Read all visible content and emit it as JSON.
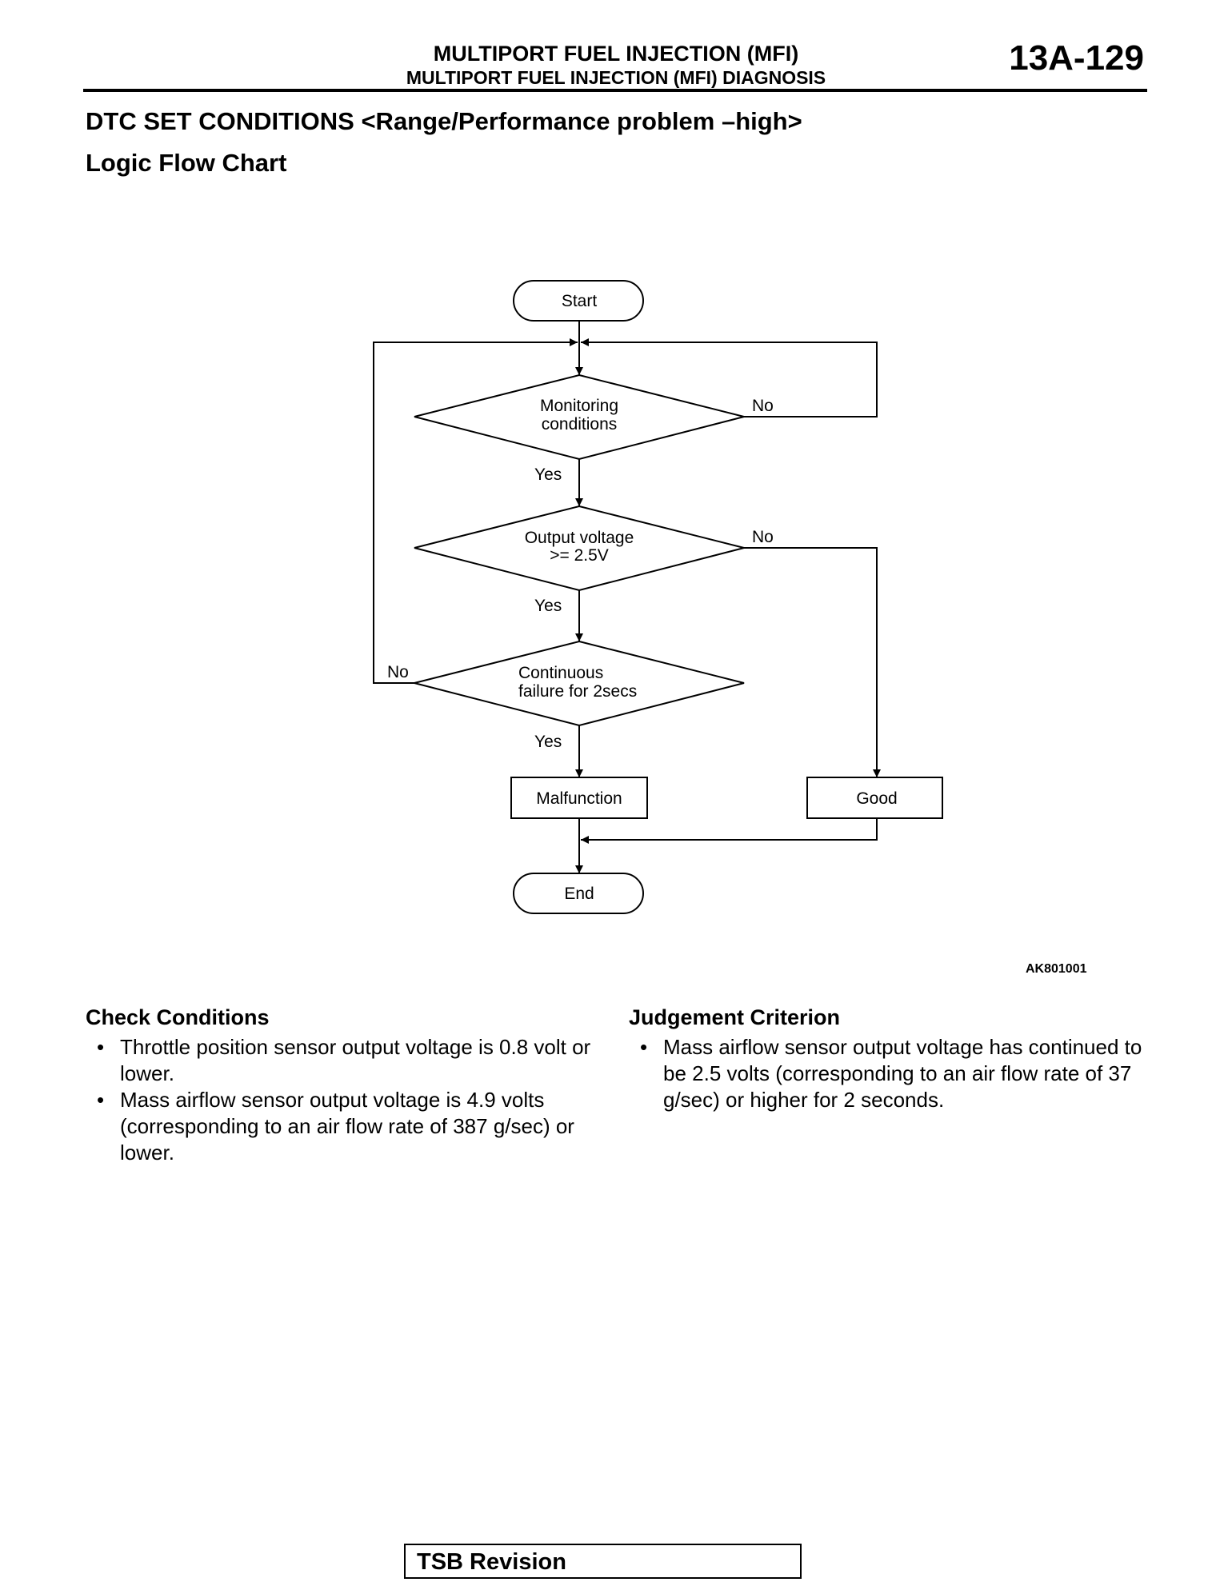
{
  "header": {
    "title_line1": "MULTIPORT FUEL INJECTION (MFI)",
    "title_line2": "MULTIPORT FUEL INJECTION (MFI) DIAGNOSIS",
    "page_number": "13A-129"
  },
  "section_title": "DTC SET CONDITIONS <Range/Performance problem –high>",
  "sub_title": "Logic Flow Chart",
  "flowchart": {
    "start": "Start",
    "decision1": [
      "Monitoring",
      "conditions"
    ],
    "decision2": [
      "Output voltage",
      ">= 2.5V"
    ],
    "decision3": [
      "Continuous",
      "failure for 2secs"
    ],
    "yes_label": "Yes",
    "no_label": "No",
    "malfunction": "Malfunction",
    "good": "Good",
    "end": "End"
  },
  "figure_id": "AK801001",
  "check_conditions": {
    "title": "Check Conditions",
    "items": [
      "Throttle position sensor output voltage is 0.8 volt or lower.",
      "Mass airflow sensor output voltage is 4.9 volts (corresponding to an air flow rate of 387 g/sec) or lower."
    ]
  },
  "judgement_criterion": {
    "title": "Judgement Criterion",
    "items": [
      "Mass airflow sensor output voltage has continued to be 2.5 volts (corresponding to an air flow rate of 37 g/sec) or higher for 2 seconds."
    ]
  },
  "footer": {
    "tsb_label": "TSB Revision"
  }
}
